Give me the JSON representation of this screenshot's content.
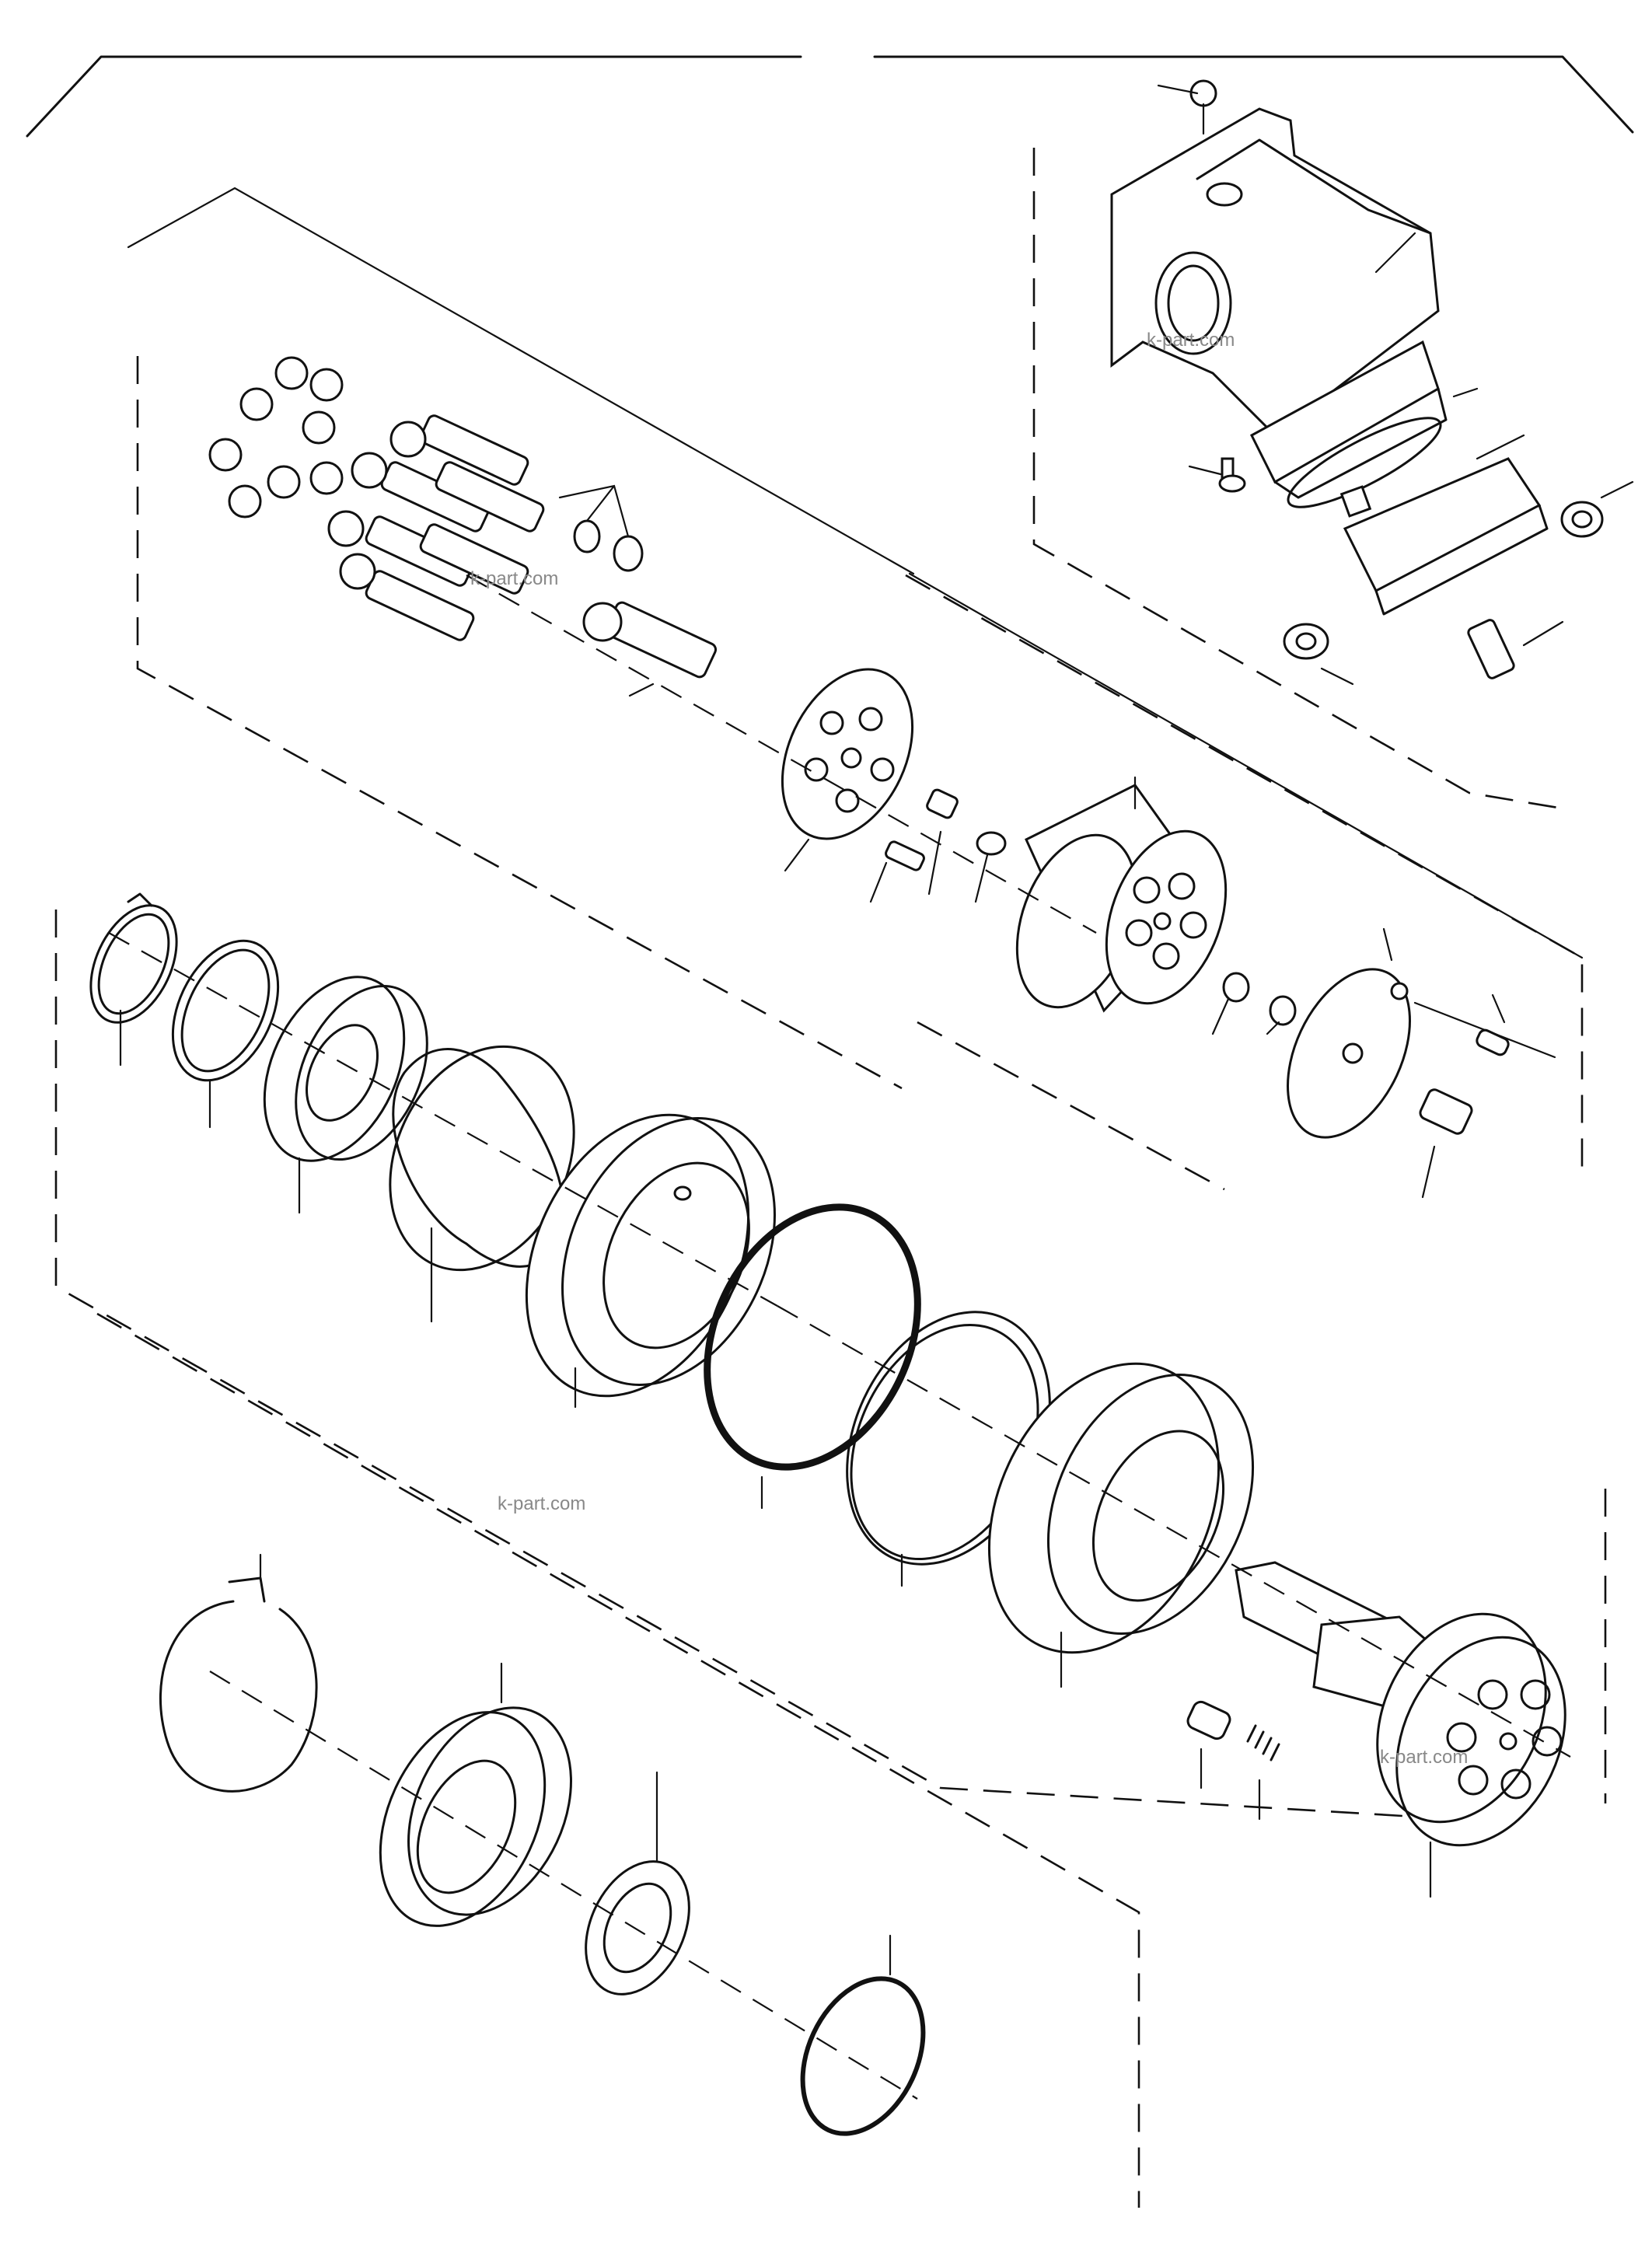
{
  "watermark": {
    "text_1": "k-part.com",
    "text_2": "k-part.com",
    "text_3": "k-part.com",
    "text_4": "k-part.com"
  }
}
